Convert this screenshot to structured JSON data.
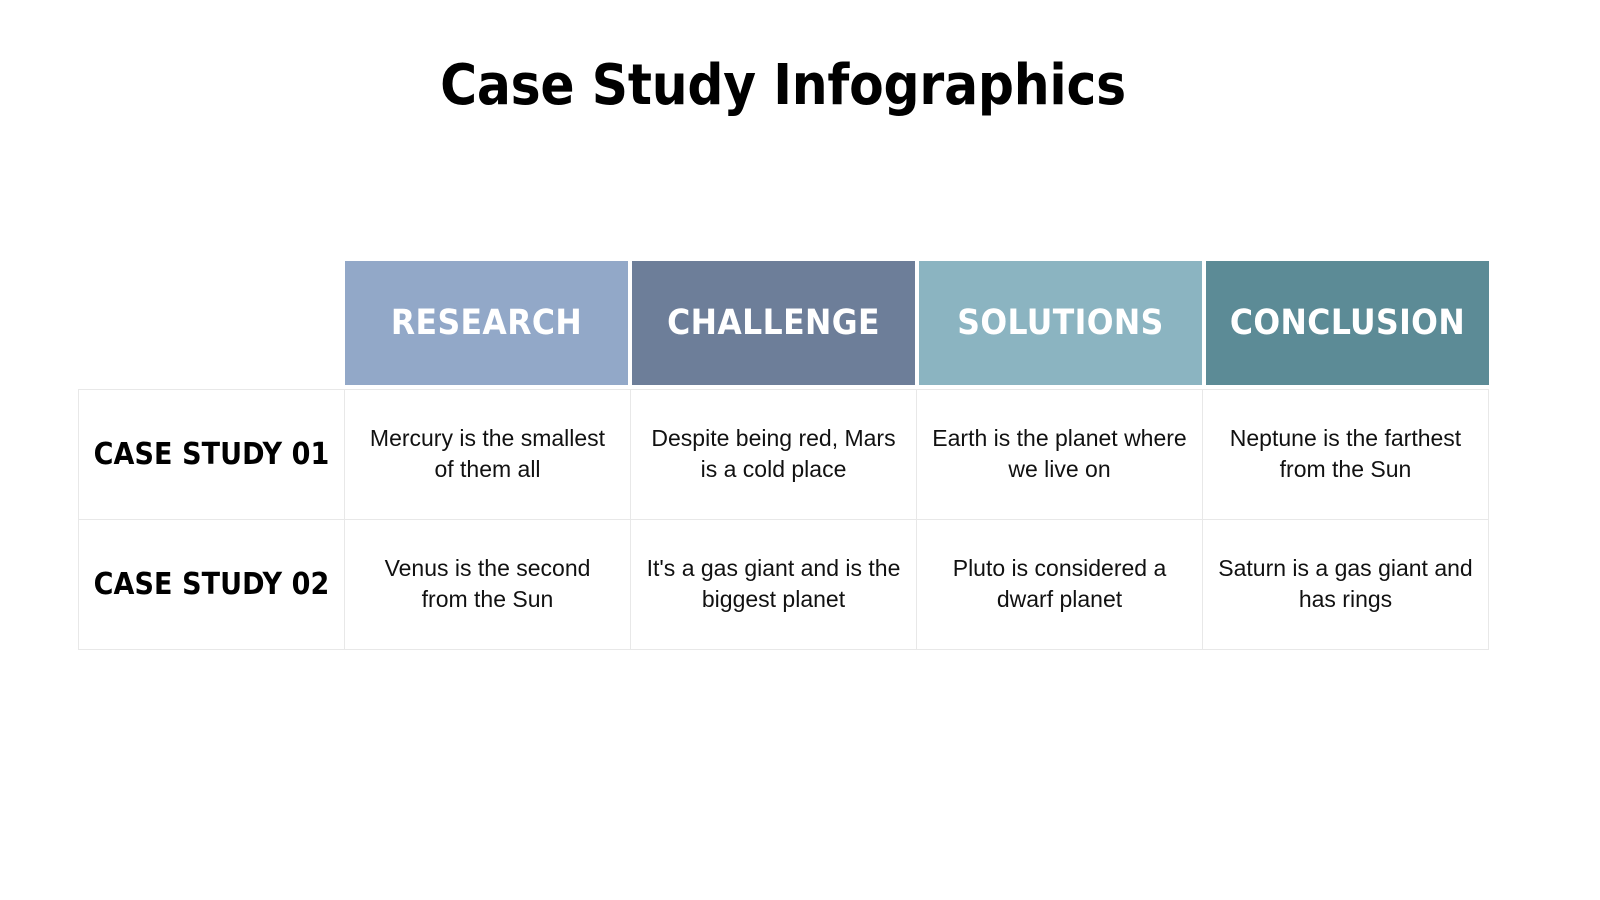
{
  "slide": {
    "title": "Case Study Infographics",
    "background_color": "#FFFFFF"
  },
  "table": {
    "corner_label": "",
    "columns": [
      {
        "label": "RESEARCH",
        "color": "#92A8C8"
      },
      {
        "label": "CHALLENGE",
        "color": "#6D7E99"
      },
      {
        "label": "SOLUTIONS",
        "color": "#8BB4C1"
      },
      {
        "label": "CONCLUSION",
        "color": "#5C8B96"
      }
    ],
    "rows": [
      {
        "label": "CASE STUDY 01",
        "cells": [
          "Mercury is the smallest of them all",
          "Despite being red, Mars is a cold place",
          "Earth is the planet where we live on",
          "Neptune is the farthest from the Sun"
        ]
      },
      {
        "label": "CASE STUDY 02",
        "cells": [
          "Venus is the second from the Sun",
          "It's a gas giant and is the biggest planet",
          "Pluto is considered a dwarf planet",
          "Saturn is a gas giant and has rings"
        ]
      }
    ],
    "border_color": "#E8E8E8",
    "header_text_color": "#FFFFFF",
    "body_text_color": "#111111"
  }
}
